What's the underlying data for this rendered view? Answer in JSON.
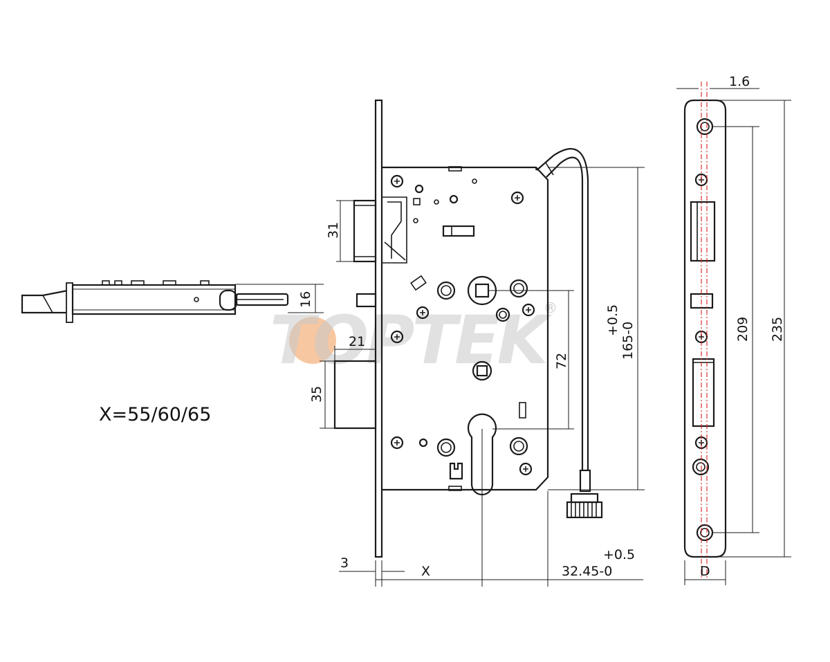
{
  "watermark": {
    "brand": "TOPTEK",
    "mark": "®",
    "accent_color": "#f5b98a",
    "text_color": "#c9c9c9"
  },
  "formula": "X=55/60/65",
  "dimensions": {
    "latch_height": "31",
    "latch_thickness": "16",
    "deadbolt_offset": "21",
    "deadbolt_height": "35",
    "center_distance": "72",
    "case_height_tol": "+0.5",
    "case_height": "165-0",
    "faceplate_thickness": "3",
    "backset": "X",
    "case_depth_tol": "+0.5",
    "case_depth": "32.45-0",
    "plate_edge": "1.6",
    "screw_spacing": "209",
    "plate_length": "235",
    "plate_width": "D"
  },
  "colors": {
    "line": "#1a1a1a",
    "centerline": "#d62020"
  }
}
